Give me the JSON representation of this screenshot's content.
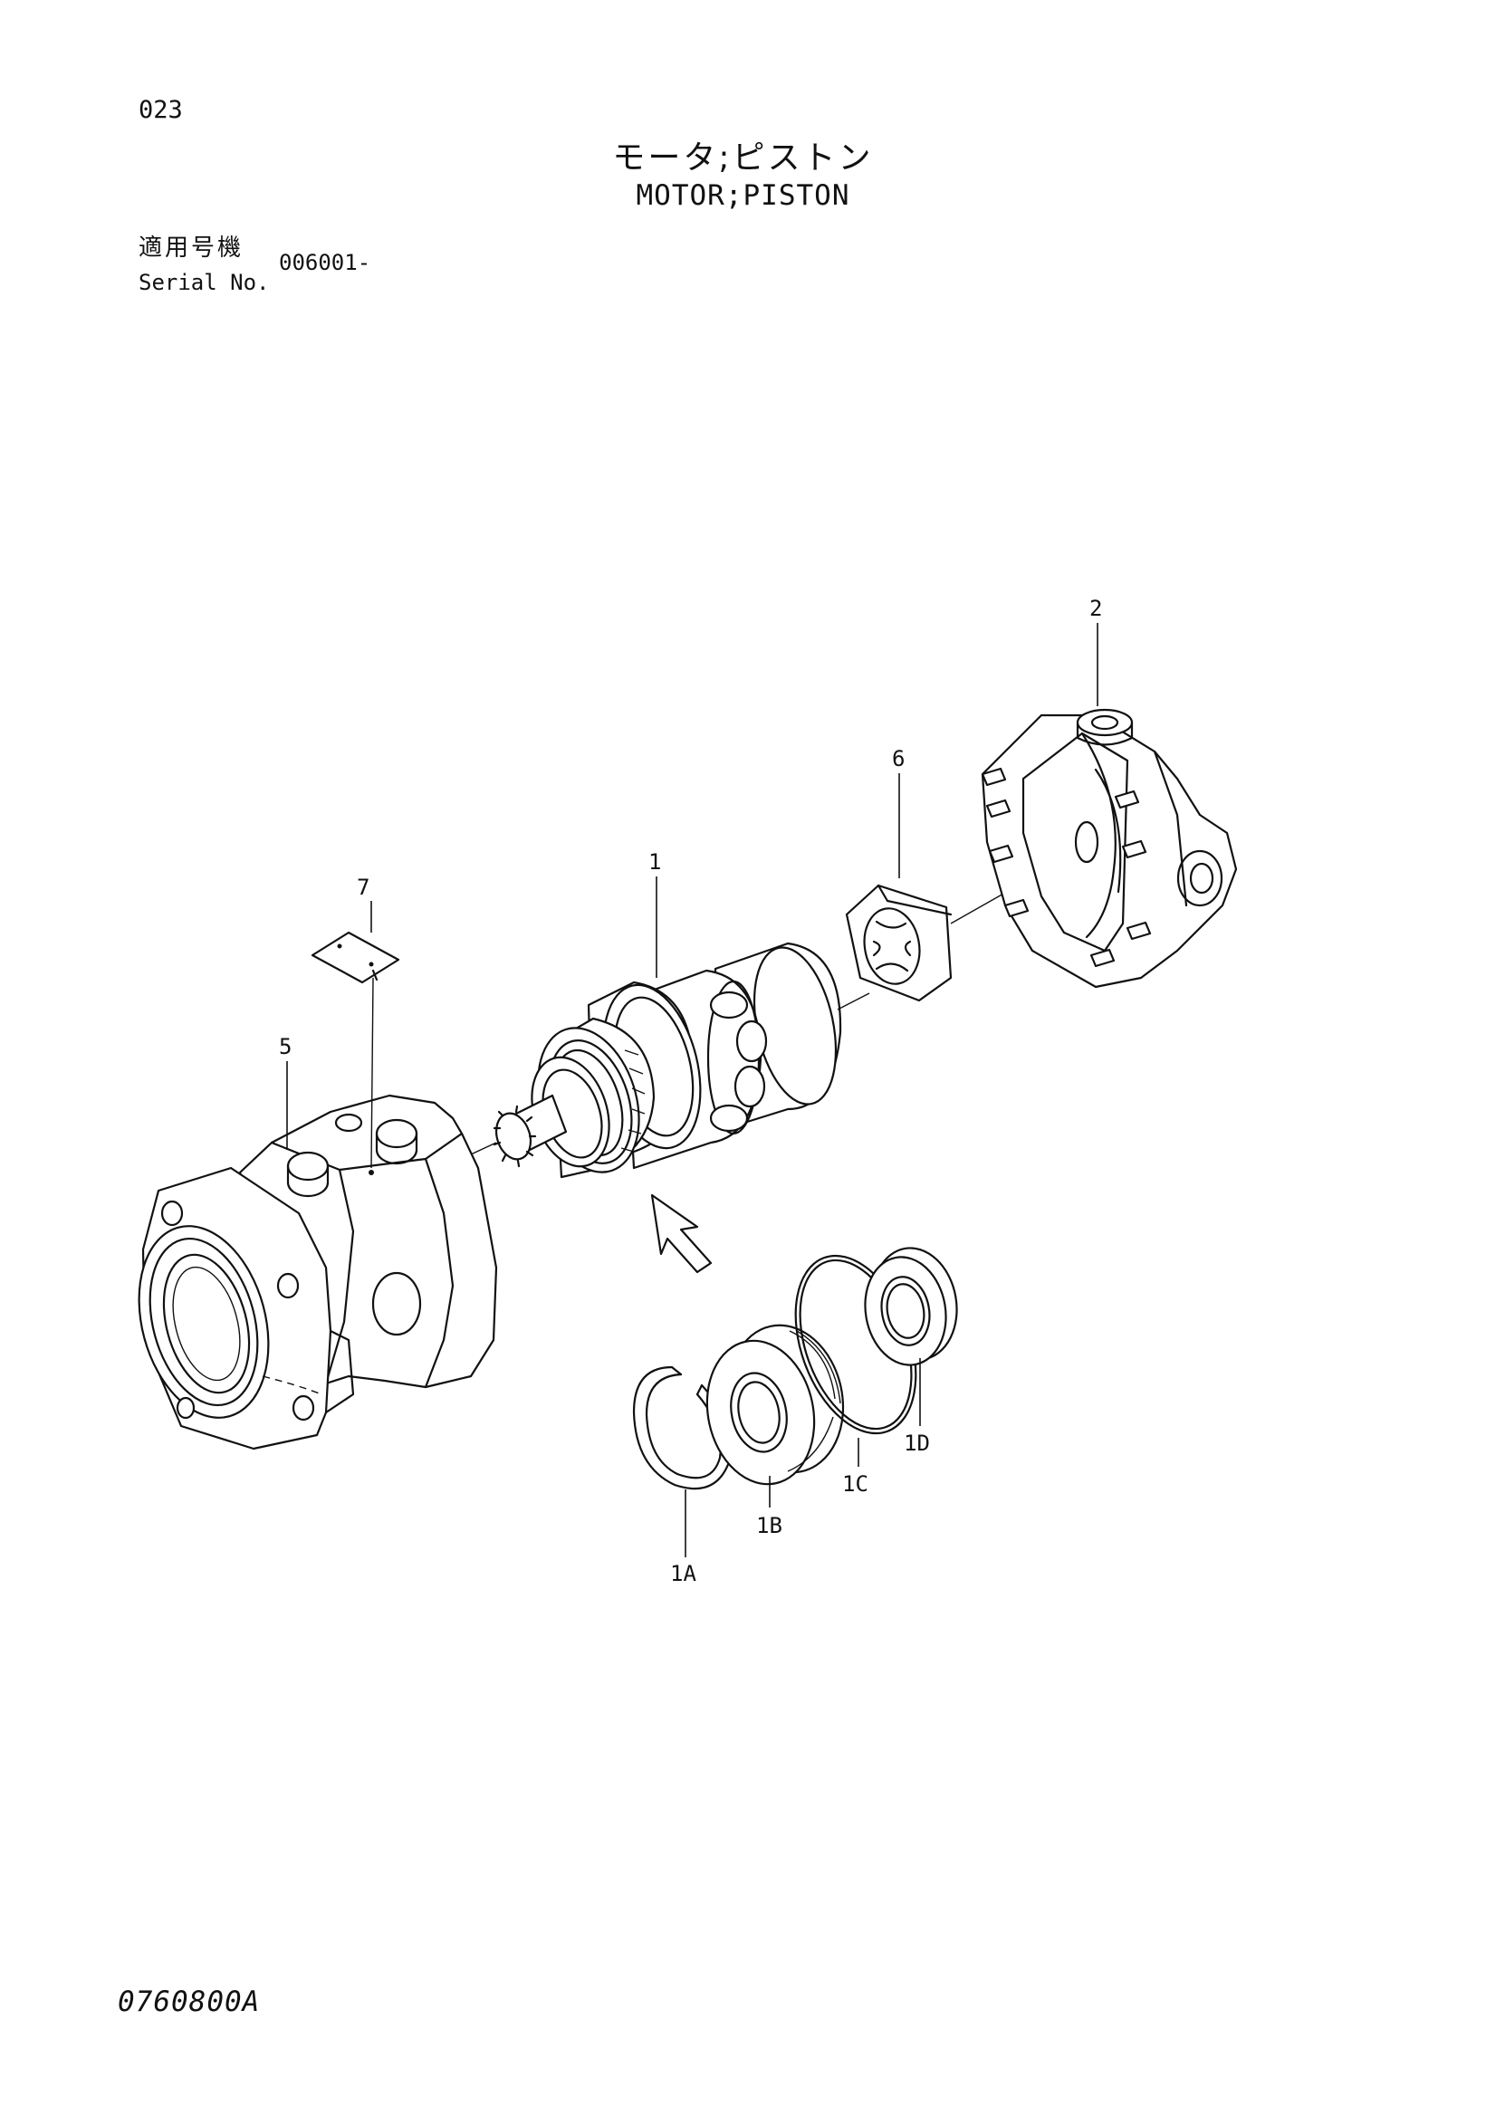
{
  "header": {
    "page_number": "023",
    "title_jp": "モータ;ピストン",
    "title_en": "MOTOR;PISTON",
    "serial_label_jp": "適用号機",
    "serial_label_en": "Serial No.",
    "serial_value": "006001-"
  },
  "callouts": {
    "c1": "1",
    "c1A": "1A",
    "c1B": "1B",
    "c1C": "1C",
    "c1D": "1D",
    "c2": "2",
    "c5": "5",
    "c6": "6",
    "c7": "7"
  },
  "footer": {
    "drawing_code": "0760800A"
  }
}
